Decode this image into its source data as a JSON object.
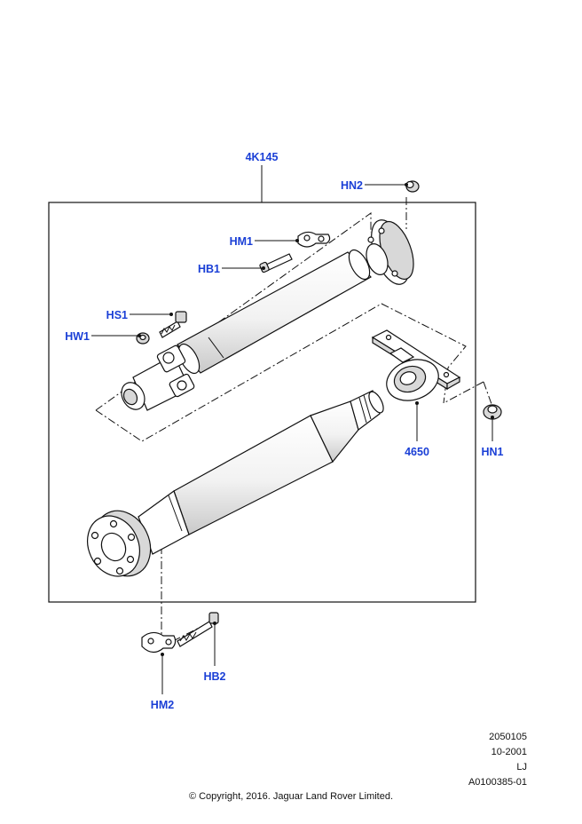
{
  "colors": {
    "callout": "#1a3fd6",
    "line": "#111111",
    "part_fill": "#ffffff",
    "shade": "#d8d8d8"
  },
  "callouts": {
    "assembly": "4K145",
    "hn2": "HN2",
    "hm1": "HM1",
    "hb1": "HB1",
    "hs1": "HS1",
    "hw1": "HW1",
    "bearing": "4650",
    "hn1": "HN1",
    "hb2": "HB2",
    "hm2": "HM2"
  },
  "meta": {
    "code": "2050105",
    "date": "10-2001",
    "initials": "LJ",
    "ref": "A0100385-01"
  },
  "copyright": "© Copyright, 2016. Jaguar Land Rover Limited."
}
